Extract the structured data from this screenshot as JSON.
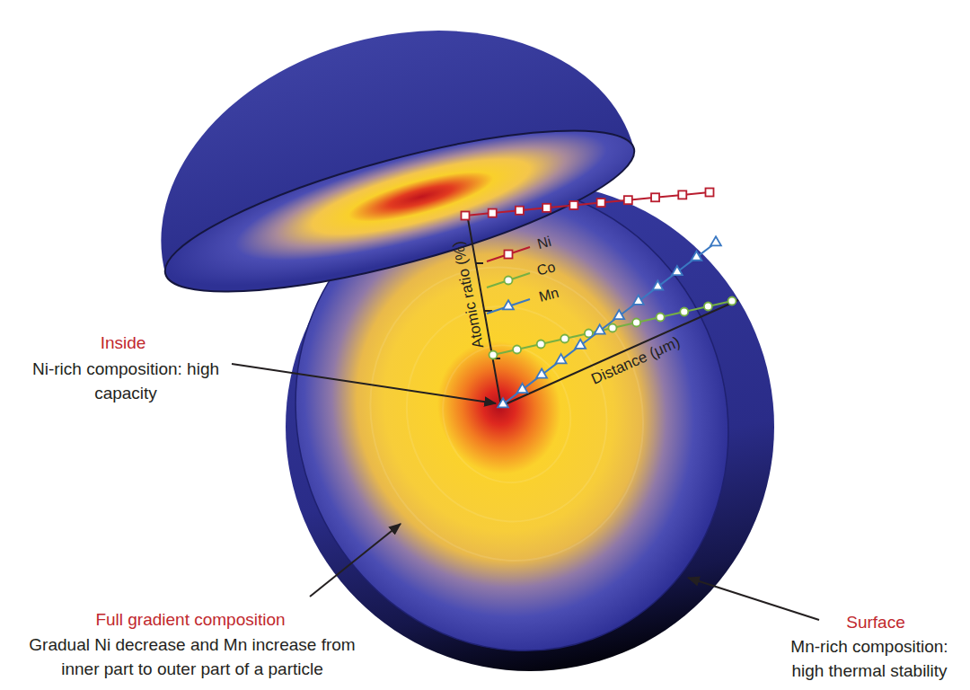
{
  "diagram": {
    "labels": [
      "Atomic ratio (%)",
      "Inside",
      "Ni-rich composition: high capacity",
      "Distance (μm)",
      "Full gradient composition",
      "Gradual Ni decrease and Mn increase from inner part to outer part of a particle",
      "Surface",
      "Mn-rich composition: high thermal stability"
    ],
    "legend": [
      {
        "text": "Ni"
      },
      {
        "text": "Co"
      },
      {
        "text": "Mn"
      }
    ]
  }
}
